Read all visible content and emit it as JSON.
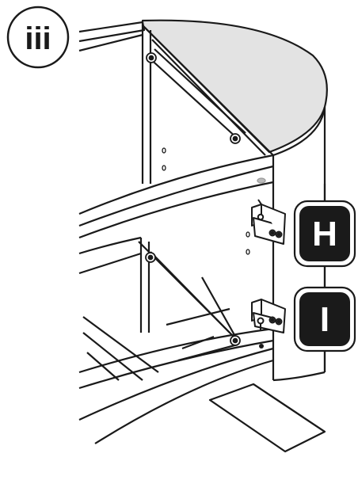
{
  "step": {
    "label": "iii"
  },
  "callouts": [
    {
      "id": "H",
      "label": "H",
      "part": "upper-hinge"
    },
    {
      "id": "I",
      "label": "I",
      "part": "lower-hinge"
    }
  ],
  "colors": {
    "line": "#1a1a1a",
    "top_surface_fill": "#e3e3e3",
    "callout_fill": "#1a1a1a",
    "callout_text": "#ffffff",
    "background": "#ffffff"
  },
  "icons": [
    "screw-head-icon",
    "hinge-bracket-icon",
    "dowel-hole-icon"
  ]
}
